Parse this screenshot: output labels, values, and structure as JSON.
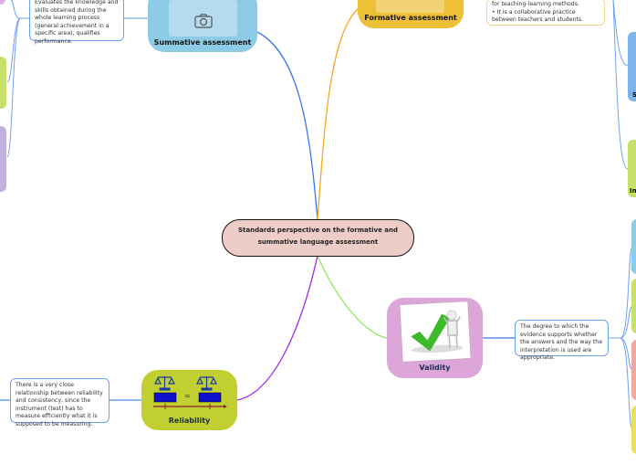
{
  "central_topic": {
    "line1": "Standards perspective on the formative and",
    "line2": "summative language assessment"
  },
  "colors": {
    "summative": "#8ecbe6",
    "formative": "#eec038",
    "validity": "#dca7d8",
    "reliability": "#c1cf30",
    "center": "#eecdc8",
    "link_summative": "#3b78e7",
    "link_formative": "#f5a623",
    "link_validity": "#8ee85a",
    "link_reliability": "#a22af0"
  },
  "summative": {
    "label": "Summative assessment",
    "icon": "camera-icon",
    "note": "Evaluates the knowledge and skills obtained during the whole learning process (general achievement in a specific area), qualifies performance."
  },
  "formative": {
    "label": "Formative assessment",
    "note_line1": "for teaching-learning methods.",
    "note_line2": "•      It is a collaborative practice between teachers and students."
  },
  "validity": {
    "label": "Validity",
    "image": "green-checkmark-figure",
    "note": "The degree to which the evidence supports whether the answers and the way the interpretation is used are appropriate."
  },
  "reliability": {
    "label": "Reliability",
    "image": "balance-scales-equal",
    "equals": "=",
    "note": "There is a very close relationship between reliability and consistency, since the instrument (test) has to measure efficiently what it is supposed to be measuring."
  },
  "edge_labels": {
    "right_blue": "S",
    "right_green": "In"
  }
}
